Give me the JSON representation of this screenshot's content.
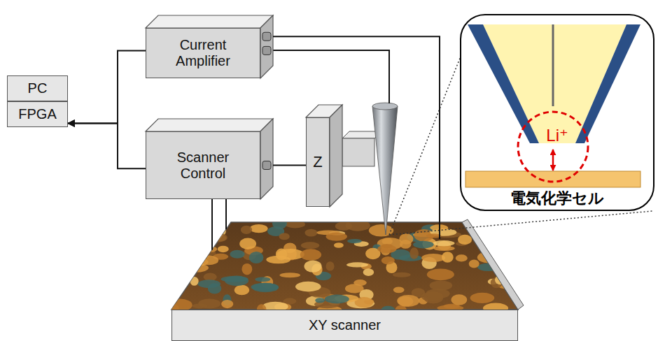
{
  "diagram": {
    "nodes": [
      {
        "text": [
          "PC"
        ]
      },
      {
        "text": [
          "FPGA"
        ]
      },
      {
        "text": [
          "Current Amplifier"
        ]
      },
      {
        "text": [
          "Scanner Control"
        ]
      },
      {
        "text": [
          "Z"
        ]
      },
      {
        "text": [
          "Li⁺",
          "電気化学セル"
        ]
      },
      {
        "text": [
          "XY scanner"
        ]
      }
    ],
    "edges": [
      {
        "from": 2,
        "to": 1,
        "arrow": "to"
      },
      {
        "from": 3,
        "to": 1,
        "arrow": "to"
      },
      {
        "from": 3,
        "to": 4,
        "arrow": "none"
      },
      {
        "from": 3,
        "to": 6,
        "arrow": "none"
      },
      {
        "from": 3,
        "to": 6,
        "arrow": "none"
      },
      {
        "from": 2,
        "to": 6,
        "arrow": "none"
      }
    ]
  }
}
